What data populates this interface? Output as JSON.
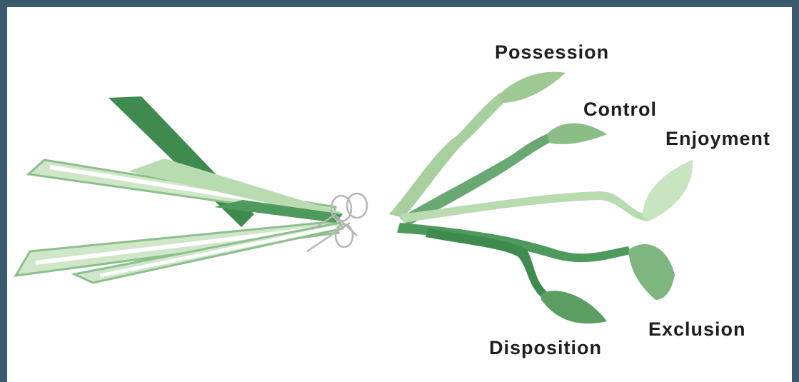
{
  "diagram": {
    "labels": {
      "possession": "Possession",
      "control": "Control",
      "enjoyment": "Enjoyment",
      "exclusion": "Exclusion",
      "disposition": "Disposition"
    }
  }
}
